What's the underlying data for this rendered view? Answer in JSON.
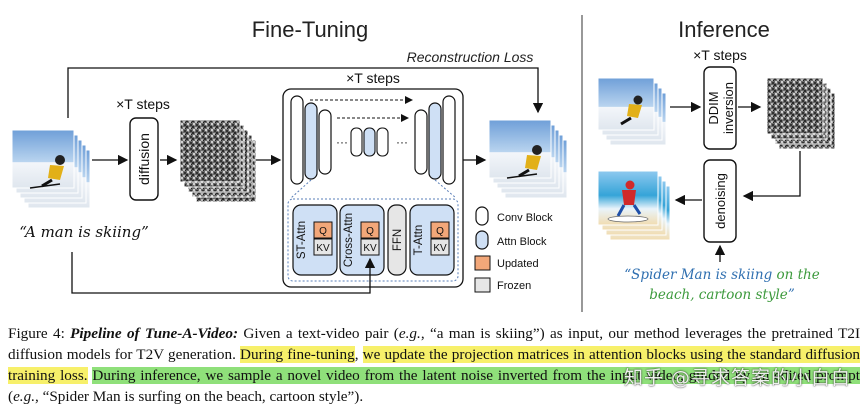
{
  "diagram": {
    "sections": {
      "finetune_title": "Fine-Tuning",
      "inference_title": "Inference"
    },
    "labels": {
      "reconstruction_loss": "Reconstruction Loss",
      "xt_steps_main": "×T steps",
      "xt_steps_left": "×T steps",
      "xt_steps_inference": "×T steps",
      "diffusion": "diffusion",
      "ddim_line1": "DDIM",
      "ddim_line2": "inversion",
      "denoising": "denoising",
      "prompt_train": "“A man is skiing”",
      "prompt_infer_plain": "“Spider Man is skiing ",
      "prompt_infer_edit": "on the",
      "prompt_infer_line2_edit": "beach, cartoon style",
      "prompt_infer_line2_end": "”",
      "dots_left": "···",
      "dots_right": "···"
    },
    "blocks": {
      "st_attn": "ST-Attn",
      "cross_attn": "Cross-Attn",
      "ffn": "FFN",
      "t_attn": "T-Attn",
      "q": "Q",
      "kv": "KV"
    },
    "legend": [
      {
        "label": "Conv Block"
      },
      {
        "label": "Attn Block"
      },
      {
        "label": "Updated"
      },
      {
        "label": "Frozen"
      }
    ],
    "colors": {
      "attn_blue": "#cfe0f5",
      "updated_orange": "#f2a779",
      "frozen_gray": "#e6e6e6",
      "edit_text_green": "#3d9a3d",
      "prompt_blue": "#2f6fb0"
    }
  },
  "caption": {
    "figure_label": "Figure 4:",
    "title": "Pipeline of Tune-A-Video:",
    "part1": " Given a text-video pair (",
    "eg1": "e.g.",
    "part2": ", “a man is skiing”) as input, our method leverages the pretrained T2I diffusion models for T2V generation. ",
    "hl_yellow_1": "During fine-tuning",
    "comma": ", ",
    "hl_yellow_2": "we update the projection matrices in attention blocks using the standard diffusion training loss.",
    "space": " ",
    "hl_green_1": "During inference, we sample a novel video from the latent noise inverted from the input video, guided by an edited prompt",
    "part3": " (",
    "eg2": "e.g.",
    "part4": ", “Spider Man is surfing on the beach, cartoon style”)."
  },
  "watermark": {
    "text": "知乎 @寻求答案的小白白"
  }
}
